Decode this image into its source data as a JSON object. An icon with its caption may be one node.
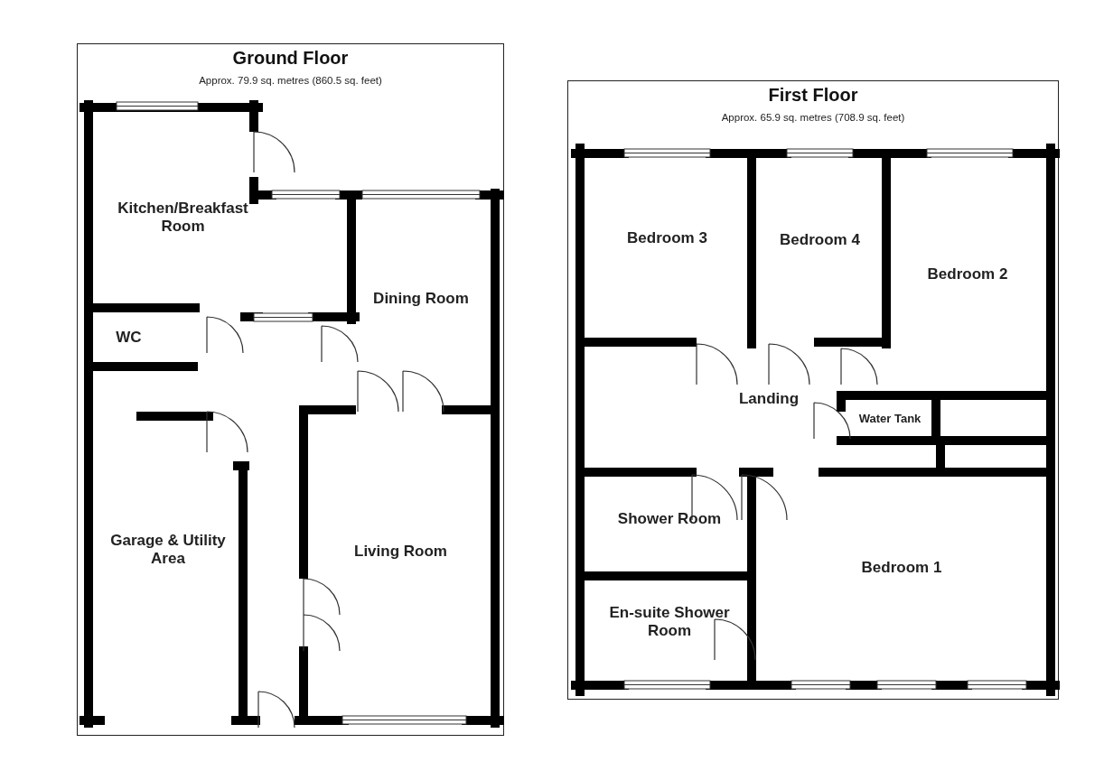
{
  "diagram": {
    "nodes": [
      {
        "text": [
          "Ground Floor",
          "Approx. 79.9 sq. metres (860.5 sq. feet)"
        ]
      },
      {
        "text": [
          "Kitchen/Breakfast Room"
        ],
        "in": 0
      },
      {
        "text": [
          "Dining Room"
        ],
        "in": 0
      },
      {
        "text": [
          "WC"
        ],
        "in": 0
      },
      {
        "text": [
          "Garage & Utility Area"
        ],
        "in": 0
      },
      {
        "text": [
          "Living Room"
        ],
        "in": 0
      },
      {
        "text": [
          "First Floor",
          "Approx. 65.9 sq. metres (708.9 sq. feet)"
        ]
      },
      {
        "text": [
          "Bedroom 3"
        ],
        "in": 6
      },
      {
        "text": [
          "Bedroom 4"
        ],
        "in": 6
      },
      {
        "text": [
          "Bedroom 2"
        ],
        "in": 6
      },
      {
        "text": [
          "Landing"
        ],
        "in": 6
      },
      {
        "text": [
          "Water Tank"
        ],
        "in": 6
      },
      {
        "text": [
          "Shower Room"
        ],
        "in": 6
      },
      {
        "text": [
          "Bedroom 1"
        ],
        "in": 6
      },
      {
        "text": [
          "En-suite Shower Room"
        ],
        "in": 6
      }
    ]
  }
}
